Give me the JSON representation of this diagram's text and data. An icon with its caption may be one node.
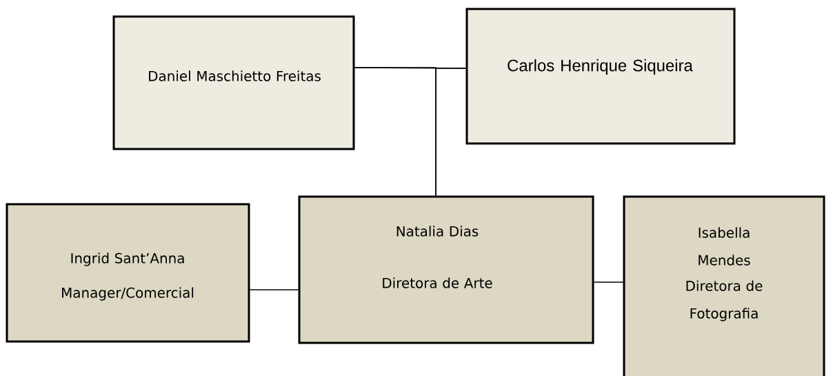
{
  "diagram": {
    "nodes": [
      {
        "text": [
          "Daniel Maschietto Freitas"
        ]
      },
      {
        "text": [
          "Carlos Henrique Siqueira"
        ]
      },
      {
        "text": [
          "Natalia Dias",
          "Diretora de Arte"
        ]
      },
      {
        "text": [
          "Ingrid Sant’Anna",
          "Manager/Comercial"
        ]
      },
      {
        "text": [
          "Isabella Mendes",
          "Diretora de Fotografia"
        ]
      }
    ],
    "edges": [
      {
        "from": 0,
        "to": 1,
        "arrow": "none"
      },
      {
        "from": 0,
        "to": 2,
        "arrow": "none"
      },
      {
        "from": 1,
        "to": 2,
        "arrow": "none"
      },
      {
        "from": 3,
        "to": 2,
        "arrow": "none"
      },
      {
        "from": 2,
        "to": 4,
        "arrow": "none"
      }
    ]
  }
}
